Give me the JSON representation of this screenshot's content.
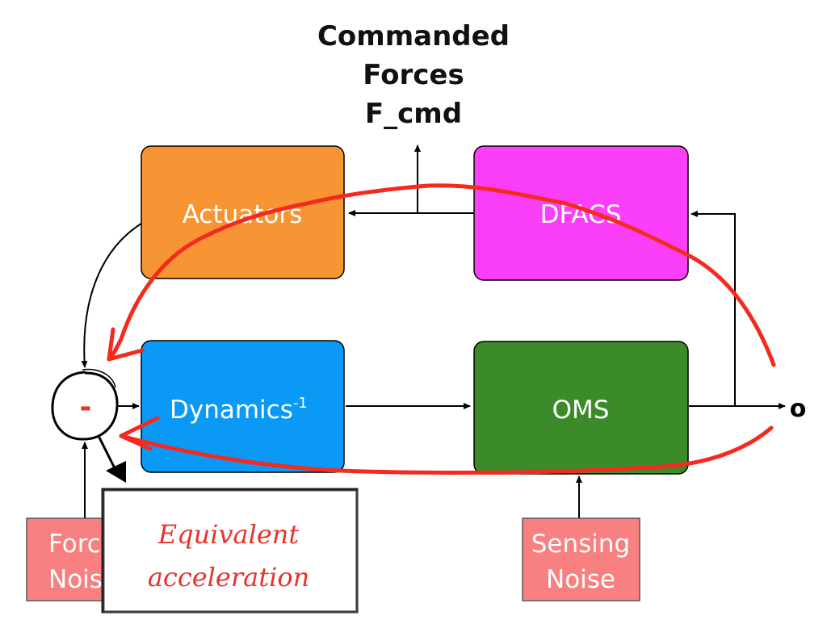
{
  "title": {
    "lines": [
      "Commanded",
      "Forces",
      "F_cmd"
    ]
  },
  "blocks": {
    "actuators": {
      "label": "Actuators",
      "color": "#f79434"
    },
    "dfacs": {
      "label": "DFACS",
      "color": "#fb3ff9"
    },
    "dynamics": {
      "label": "Dynamics",
      "superscript": "-1",
      "color": "#0a99f5"
    },
    "oms": {
      "label": "OMS",
      "color": "#3c8b2a"
    }
  },
  "noise": {
    "force": {
      "lines": [
        "Force",
        "Noise"
      ],
      "color": "#f88080"
    },
    "sensing": {
      "lines": [
        "Sensing",
        "Noise"
      ],
      "color": "#f88080"
    }
  },
  "summing_junction": {
    "sign": "-"
  },
  "output_label": "o",
  "annotation": {
    "lines": [
      "Equivalent",
      "acceleration"
    ],
    "color": "#e8322b"
  },
  "colors": {
    "arrow": "#000000",
    "scribble": "#f52a1f"
  }
}
